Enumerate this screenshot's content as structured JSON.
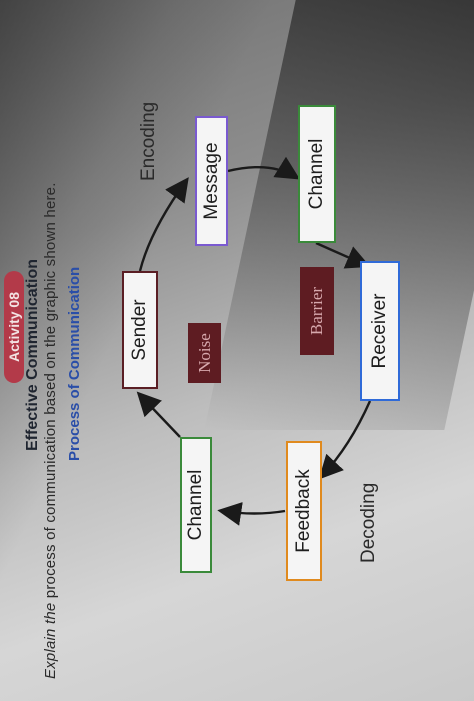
{
  "activity": {
    "badge": "Activity 08"
  },
  "header": {
    "title": "Effective Communication",
    "instruction_lead": "Explain the",
    "instruction_rest": " process of communication based on the graphic shown here.",
    "subheading": "Process of Communication"
  },
  "diagram": {
    "nodes": {
      "sender": "Sender",
      "message": "Message",
      "channel_top": "Channel",
      "receiver": "Receiver",
      "feedback": "Feedback",
      "channel_bottom": "Channel"
    },
    "step_labels": {
      "encoding": "Encoding",
      "decoding": "Decoding"
    },
    "interference": {
      "noise": "Noise",
      "barrier": "Barrier"
    },
    "colors": {
      "sender_border": "#5a1e24",
      "message_border": "#7a5ad0",
      "channel_top_border": "#3a8a3a",
      "receiver_border": "#2f6ad8",
      "feedback_border": "#e08a1e",
      "channel_bottom_border": "#3a8a3a",
      "interference_fill": "#5e1c22"
    }
  }
}
